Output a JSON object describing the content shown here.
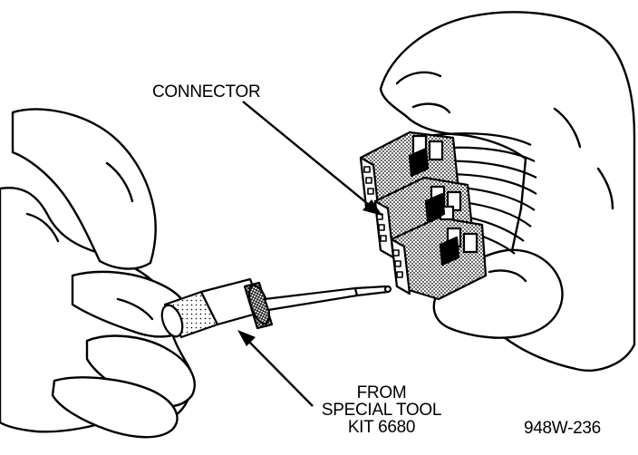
{
  "labels": {
    "connector": "CONNECTOR",
    "tool_line1": "FROM",
    "tool_line2": "SPECIAL TOOL",
    "tool_line3": "KIT 6680"
  },
  "figure_id": "948W-236",
  "colors": {
    "ink": "#000000",
    "paper": "#ffffff",
    "shade": "#9a9a9a"
  }
}
